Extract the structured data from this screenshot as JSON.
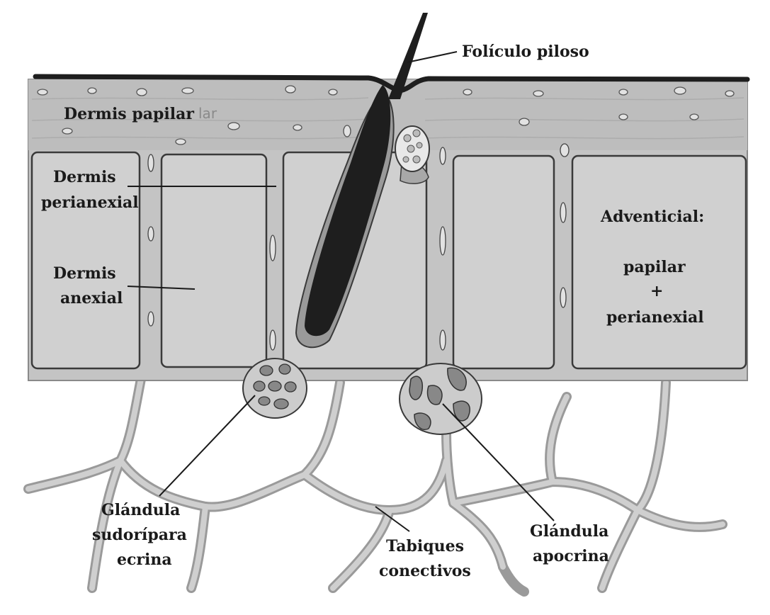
{
  "labels": {
    "foliculo": "Folículo piloso",
    "dermis_papilar": "Dermis papilar",
    "dermis_papilar_trace": "lar",
    "perianexial_1": "Dermis",
    "perianexial_2": "perianexial",
    "anexial_1": "Dermis",
    "anexial_2": "anexial",
    "adventicial_1": "Adventicial:",
    "adventicial_2": "papilar",
    "adventicial_3": "+",
    "adventicial_4": "perianexial",
    "ecrina_1": "Glándula",
    "ecrina_2": "sudorípara",
    "ecrina_3": "ecrina",
    "tabiques_1": "Tabiques",
    "tabiques_2": "conectivos",
    "apocrina_1": "Glándula",
    "apocrina_2": "apocrina"
  },
  "colors": {
    "dermis": "#c8c8c8",
    "box_fill": "#d4d4d4",
    "hair": "#1e1e1e",
    "septa": "#b9b9b9",
    "outline": "#3a3a3a",
    "fat": "#ffffff"
  }
}
